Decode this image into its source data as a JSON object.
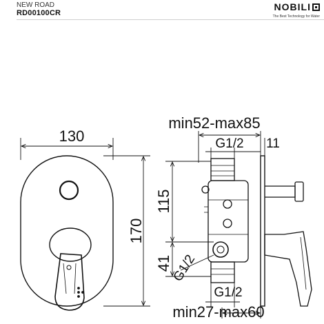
{
  "header": {
    "series": "NEW ROAD",
    "code": "RD00100CR",
    "brand": "NOBILI",
    "brand_tagline": "The Best Technology for Water"
  },
  "dimensions": {
    "width": "130",
    "height": "170",
    "depth_range": "min52-max85",
    "inlet_top": "G1/2",
    "offset_11": "11",
    "height_115": "115",
    "height_41": "41",
    "inlet_side": "G1/2",
    "inlet_bottom": "G1/2",
    "depth_min_range": "min27-max60"
  }
}
